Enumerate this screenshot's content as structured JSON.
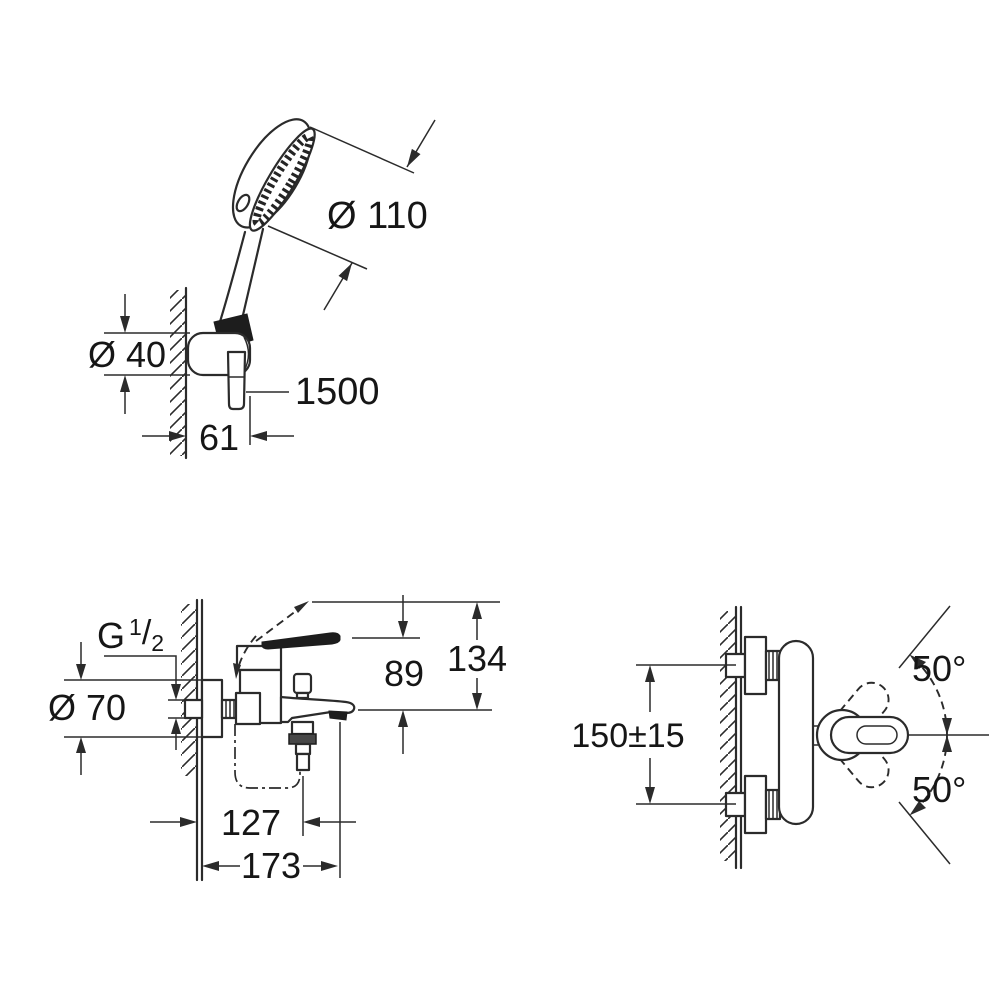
{
  "drawing": {
    "hand_shower_view": {
      "head_diameter": "Ø 110",
      "holder_diameter": "Ø 40",
      "hose_length": "1500",
      "holder_depth": "61"
    },
    "mixer_side_view": {
      "thread_label_base": "G",
      "thread_label_numerator": "1",
      "thread_label_slash": "/",
      "thread_label_denominator": "2",
      "escutcheon_diameter": "Ø 70",
      "spout_to_top_height": "89",
      "overall_height": "134",
      "shower_outlet_depth": "127",
      "spout_depth": "173"
    },
    "mixer_front_view": {
      "connection_spacing": "150±15",
      "upper_swivel_angle": "50°",
      "lower_swivel_angle": "50°"
    }
  }
}
